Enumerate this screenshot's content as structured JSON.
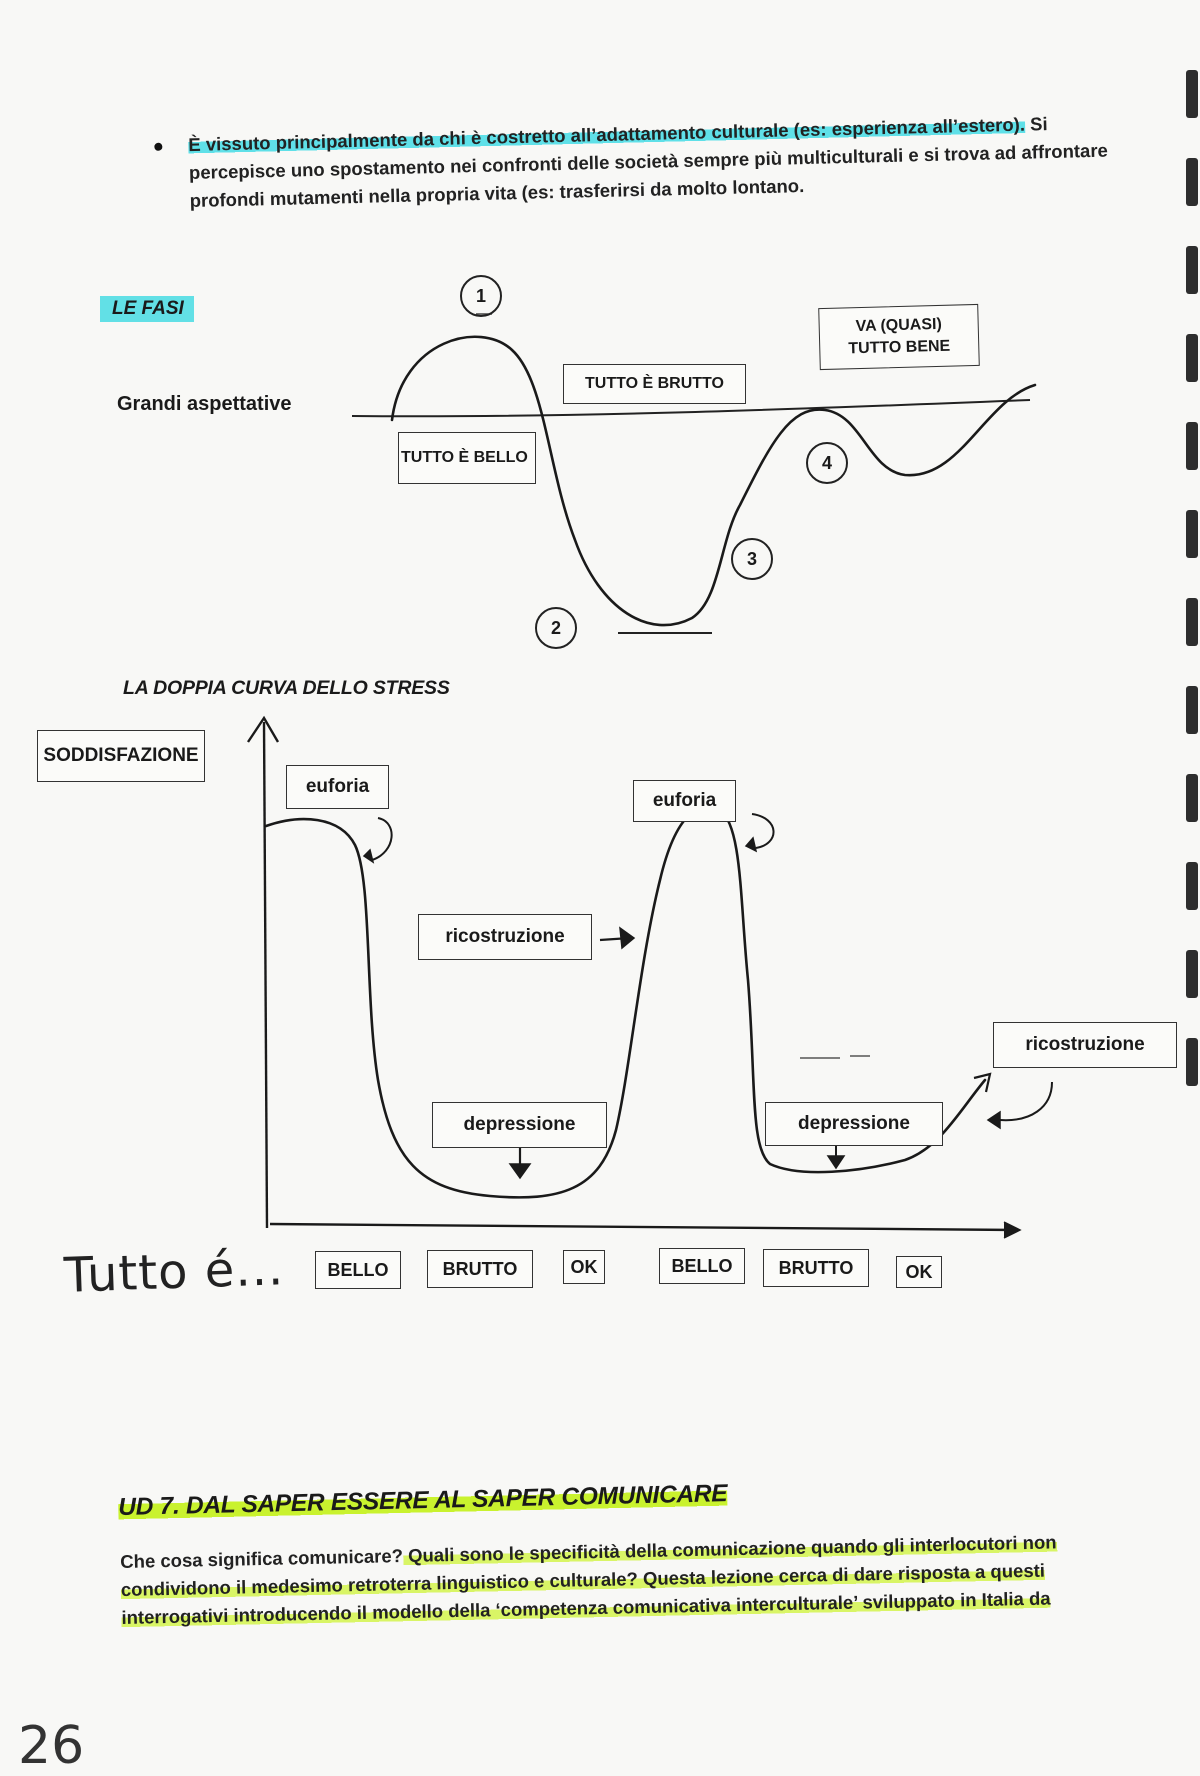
{
  "intro": {
    "highlighted": "È vissuto principalmente da chi è costretto all’adattamento culturale (es: esperienza all’estero).",
    "rest": " Si percepisce uno spostamento nei confronti delle società sempre più multiculturali e si trova ad affrontare profondi mutamenti nella propria vita (es: trasferirsi da molto lontano."
  },
  "fasi": {
    "title": "LE FASI",
    "baseline_label": "Grandi aspettative",
    "boxes": {
      "tutto_bello": "TUTTO È BELLO",
      "tutto_brutto": "TUTTO È BRUTTO",
      "va_quasi_tutto_bene": "VA (QUASI) TUTTO BENE"
    },
    "phases": [
      "1",
      "2",
      "3",
      "4"
    ]
  },
  "stress": {
    "title": "LA DOPPIA CURVA DELLO STRESS",
    "y_label": "SODDISFAZIONE",
    "labels": {
      "euforia_1": "euforia",
      "euforia_2": "euforia",
      "ricostruzione_1": "ricostruzione",
      "ricostruzione_2": "ricostruzione",
      "depressione_1": "depressione",
      "depressione_2": "depressione"
    },
    "handwritten_prefix": "Tutto é...",
    "x_categories": [
      "BELLO",
      "BRUTTO",
      "OK",
      "BELLO",
      "BRUTTO",
      "OK"
    ]
  },
  "ud7": {
    "title": "UD 7. DAL SAPER ESSERE AL SAPER COMUNICARE",
    "body_start": "Che cosa significa comunicare?",
    "body_rest": " Quali sono le specificità della comunicazione quando gli interlocutori non condividono il medesimo retroterra linguistico e culturale? Questa lezione cerca di dare risposta a questi interrogativi introducendo il modello della ‘competenza comunicativa interculturale’ sviluppato in Italia da"
  },
  "page_number": "26",
  "colors": {
    "highlight_blue": "#5fe0e8",
    "highlight_green": "#c9f22e",
    "ink": "#1a1a1a"
  }
}
